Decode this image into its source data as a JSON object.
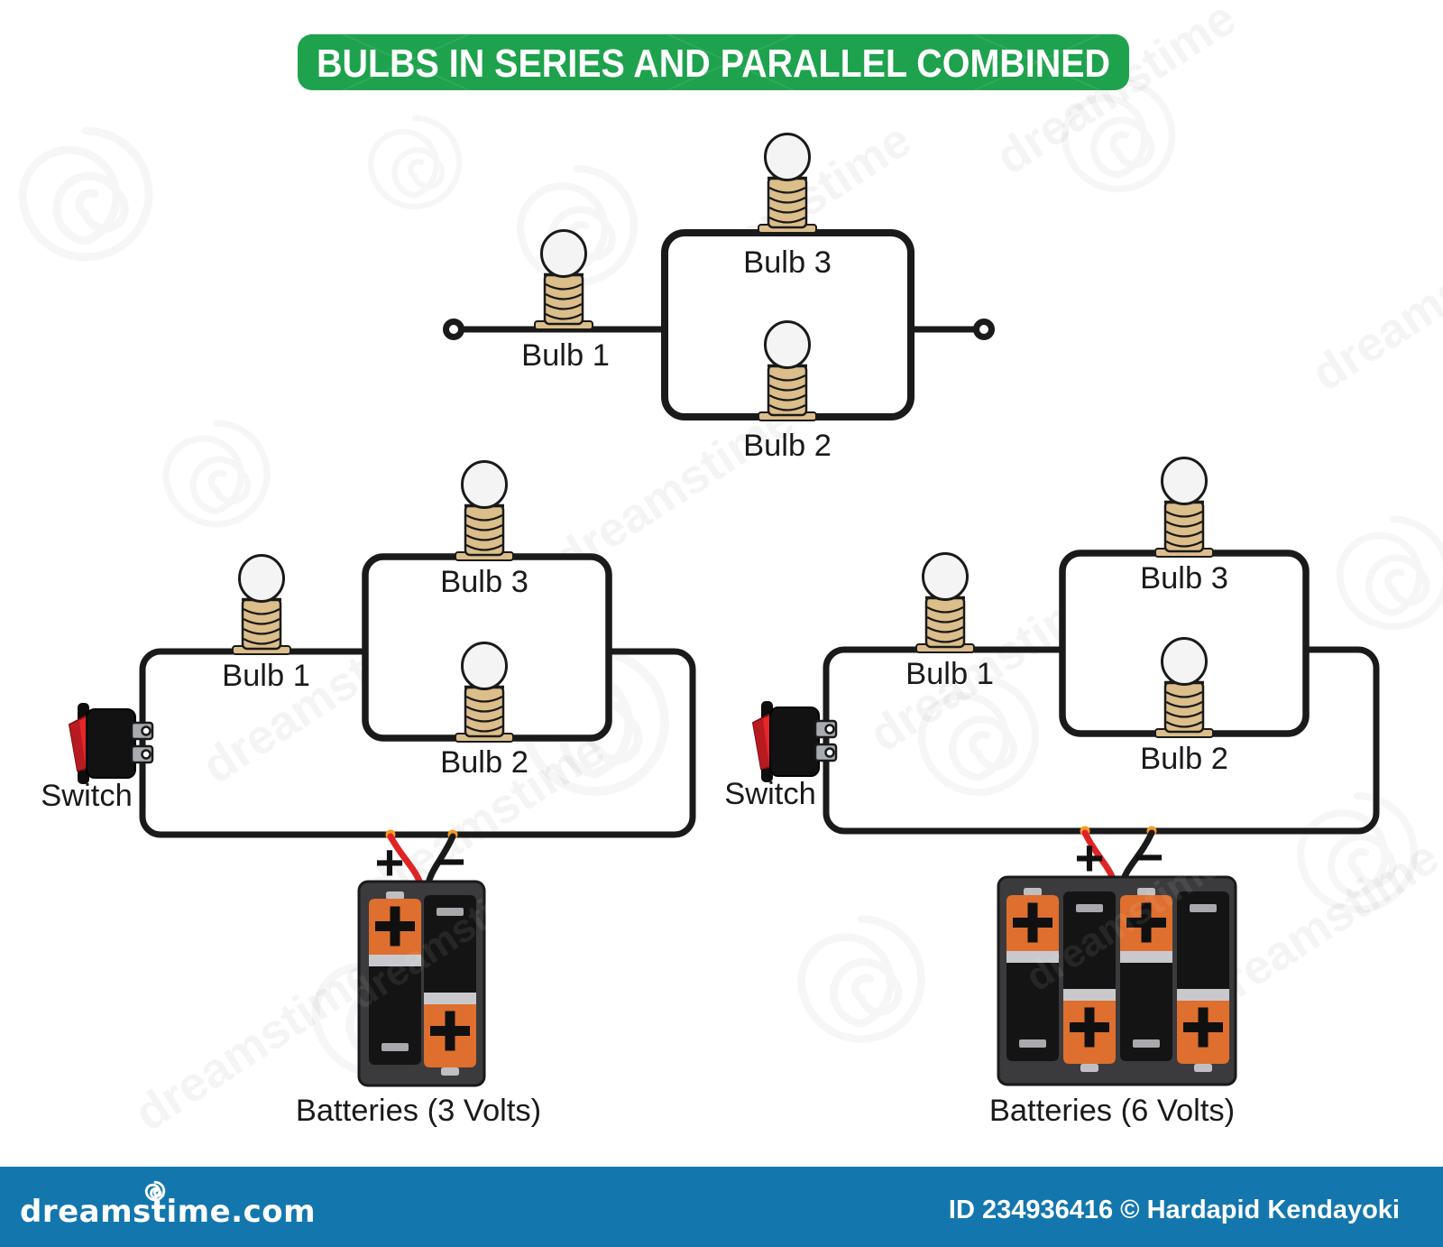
{
  "title": "BULBS IN SERIES AND PARALLEL COMBINED",
  "watermark": {
    "text": "dreamstime"
  },
  "top_circuit": {
    "bulb1_label": "Bulb 1",
    "bulb2_label": "Bulb 2",
    "bulb3_label": "Bulb 3"
  },
  "left_circuit": {
    "switch_label": "Switch",
    "bulb1_label": "Bulb 1",
    "bulb2_label": "Bulb 2",
    "bulb3_label": "Bulb 3",
    "plus": "+",
    "minus": "−",
    "batteries_label": "Batteries (3 Volts)"
  },
  "right_circuit": {
    "switch_label": "Switch",
    "bulb1_label": "Bulb 1",
    "bulb2_label": "Bulb 2",
    "bulb3_label": "Bulb 3",
    "plus": "+",
    "minus": "−",
    "batteries_label": "Batteries (6 Volts)"
  },
  "footer": {
    "brand": "dreamstime.com",
    "credit": "ID 234936416 © Hardapid Kendayoki"
  },
  "colors": {
    "banner_green": "#1EA24D",
    "footer_blue": "#1377AE",
    "wire_black": "#1A1A1A",
    "bulb_glass": "#F4F4F4",
    "bulb_base_tan": "#DCBE8A",
    "battery_orange": "#DE6F2E",
    "battery_black": "#141414",
    "battery_silver": "#C9C9CD",
    "holder_gray": "#3B3B3D",
    "switch_red": "#E8252A",
    "battery_wire_red": "#E02426",
    "connector_orange": "#F59A23"
  }
}
